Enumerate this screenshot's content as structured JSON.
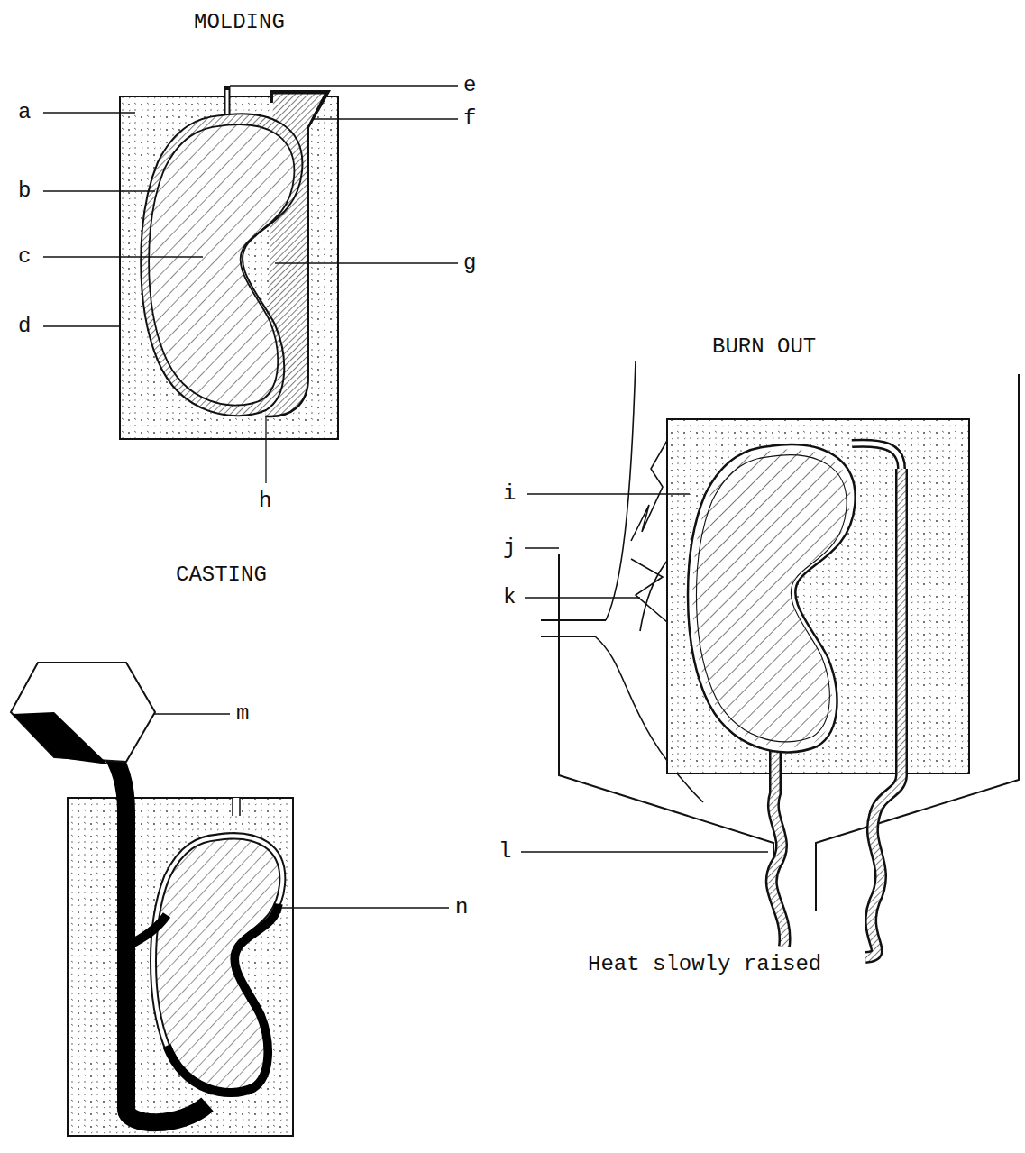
{
  "diagram": {
    "labels": [
      "MOLDING",
      "a",
      "b",
      "c",
      "d",
      "e",
      "f",
      "g",
      "h",
      "BURN OUT",
      "i",
      "j",
      "k",
      "l",
      "Heat slowly raised",
      "CASTING",
      "m",
      "n"
    ]
  }
}
